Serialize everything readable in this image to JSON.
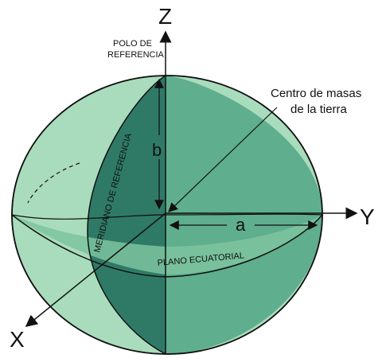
{
  "axes": {
    "z": "Z",
    "y": "Y",
    "x": "X"
  },
  "labels": {
    "reference_pole_line1": "POLO DE",
    "reference_pole_line2": "REFERENCIA",
    "reference_meridian": "MERIDIANO DE REFERENCIA",
    "equatorial_plane": "PLANO ECUATORIAL",
    "center_line1": "Centro de masas",
    "center_line2": "de la tierra",
    "semi_major": "a",
    "semi_minor": "b"
  },
  "colors": {
    "light_green": "#a9dcbc",
    "mid_green": "#5fae8e",
    "dark_green": "#2f7a66",
    "equator_band": "#7dc49f",
    "stroke": "#111111"
  }
}
